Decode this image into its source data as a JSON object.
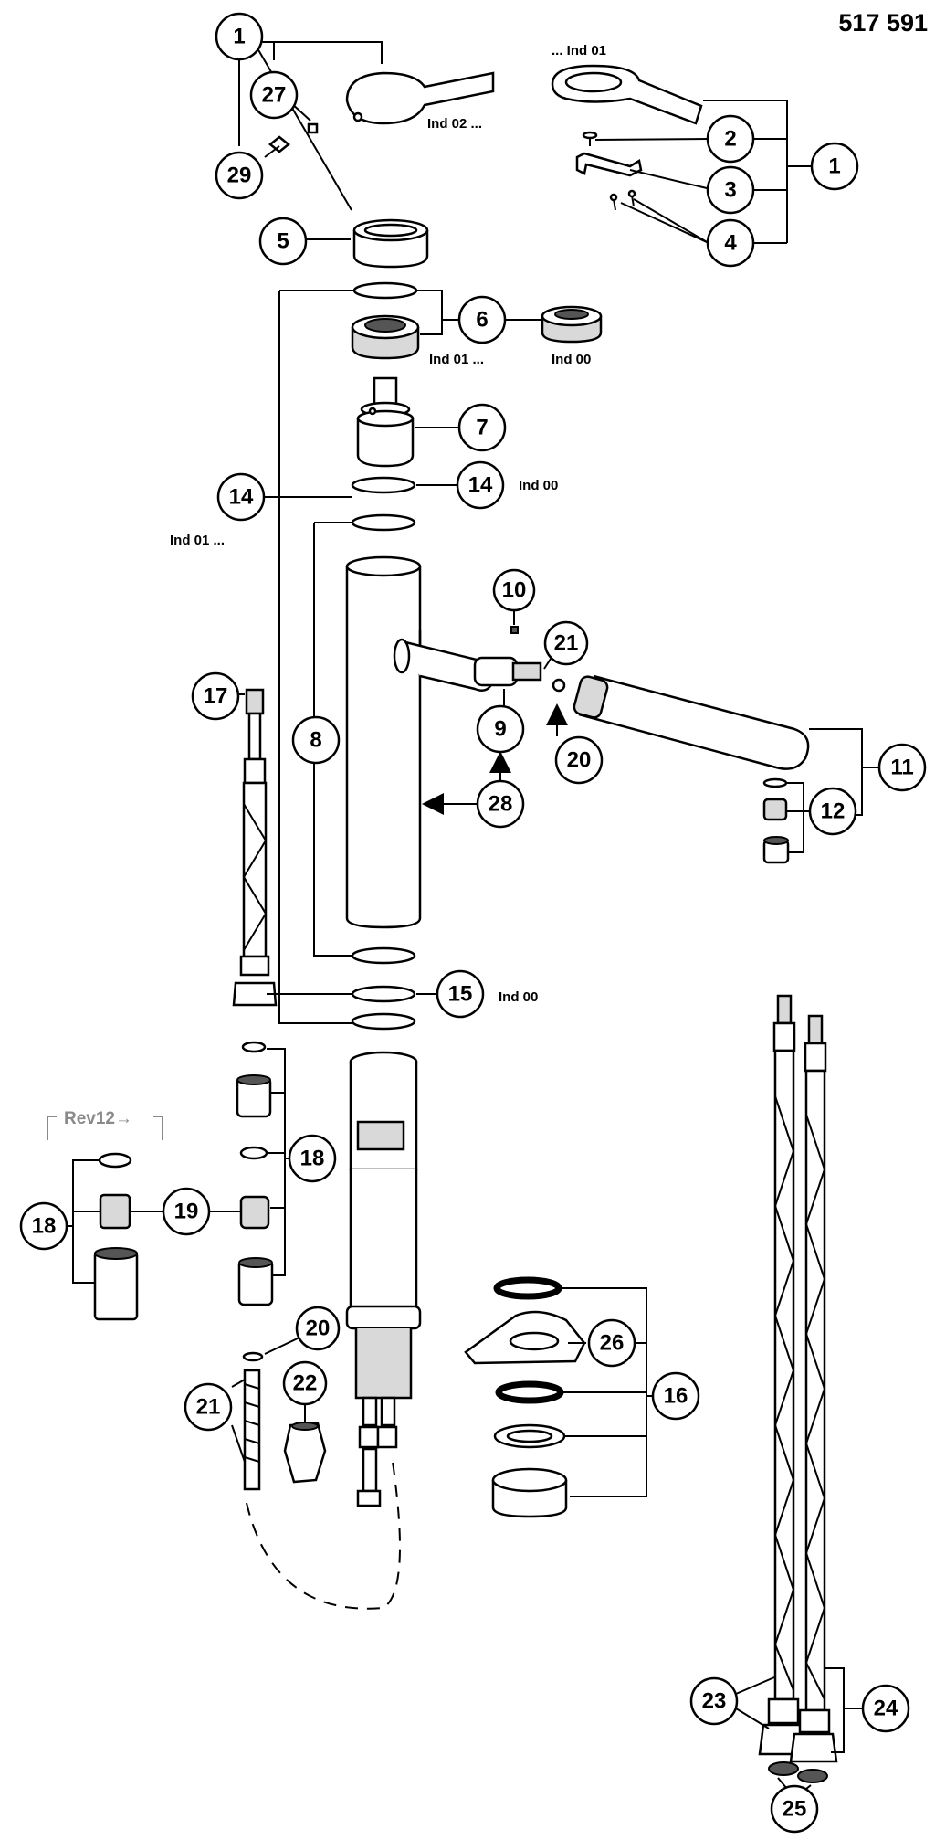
{
  "document_number": "517 591",
  "callouts": [
    "1",
    "2",
    "3",
    "4",
    "5",
    "6",
    "7",
    "8",
    "9",
    "10",
    "11",
    "12",
    "14",
    "15",
    "16",
    "17",
    "18",
    "19",
    "20",
    "21",
    "22",
    "23",
    "24",
    "25",
    "26",
    "27",
    "28",
    "29"
  ],
  "labels": {
    "ind01_top": "... Ind 01",
    "ind02": "Ind 02 ...",
    "ind01_6": "Ind 01 ...",
    "ind00_6": "Ind 00",
    "ind00_14": "Ind 00",
    "ind01_left": "Ind 01 ...",
    "ind00_15": "Ind 00",
    "rev": "Rev12→"
  },
  "colors": {
    "line": "#000000",
    "fill": "#ffffff",
    "rev": "#8a8a8a"
  }
}
